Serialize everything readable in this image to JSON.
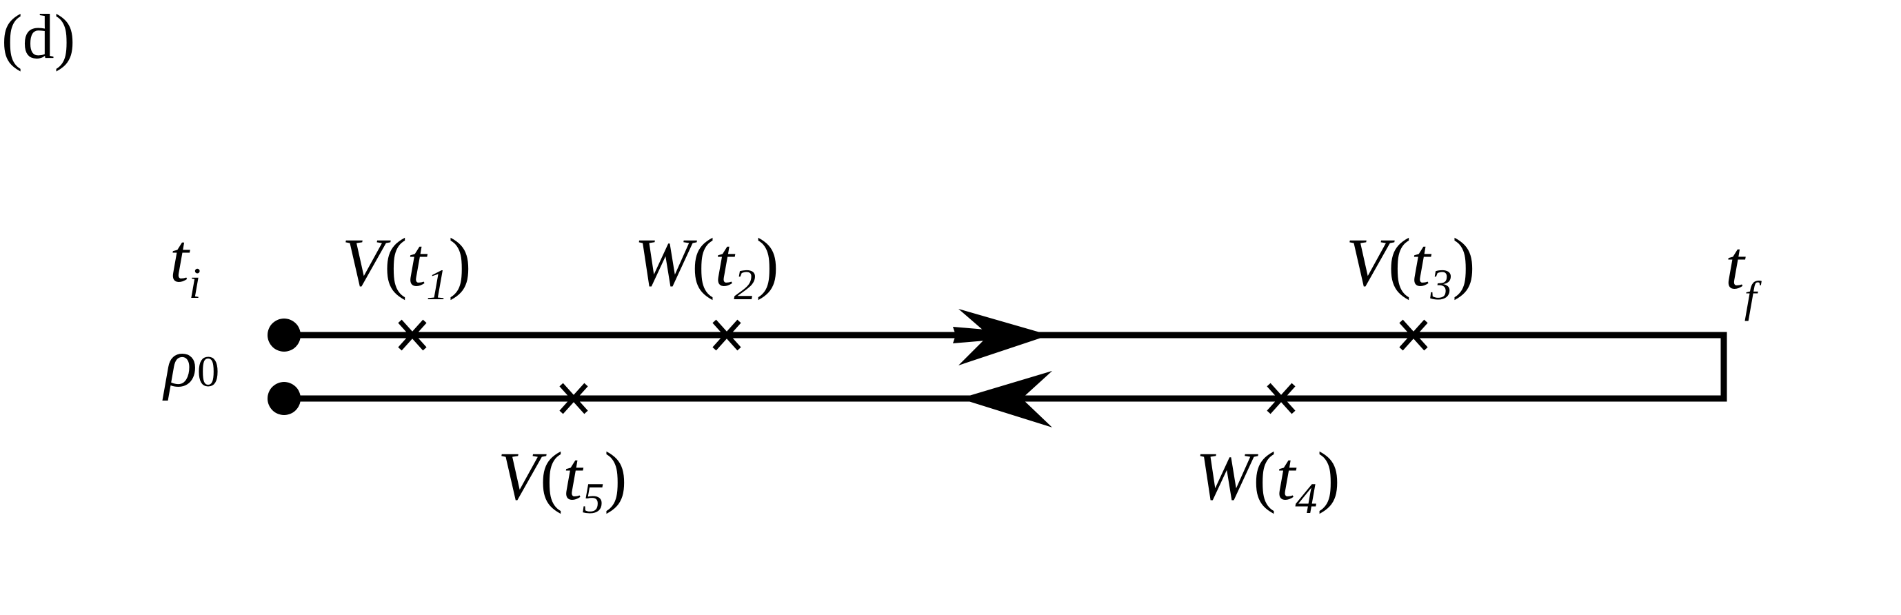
{
  "panel_label": "(d)",
  "contour": {
    "start_time": {
      "base": "t",
      "sub": "i"
    },
    "end_time": {
      "base": "t",
      "sub": "f"
    },
    "initial_state": {
      "base": "ρ",
      "sub": "0"
    }
  },
  "operators": {
    "op1": {
      "op": "V",
      "paren_open": "(",
      "t": "t",
      "sub": "1",
      "paren_close": ")"
    },
    "op2": {
      "op": "W",
      "paren_open": "(",
      "t": "t",
      "sub": "2",
      "paren_close": ")"
    },
    "op3": {
      "op": "V",
      "paren_open": "(",
      "t": "t",
      "sub": "3",
      "paren_close": ")"
    },
    "op4": {
      "op": "W",
      "paren_open": "(",
      "t": "t",
      "sub": "4",
      "paren_close": ")"
    },
    "op5": {
      "op": "V",
      "paren_open": "(",
      "t": "t",
      "sub": "5",
      "paren_close": ")"
    }
  }
}
